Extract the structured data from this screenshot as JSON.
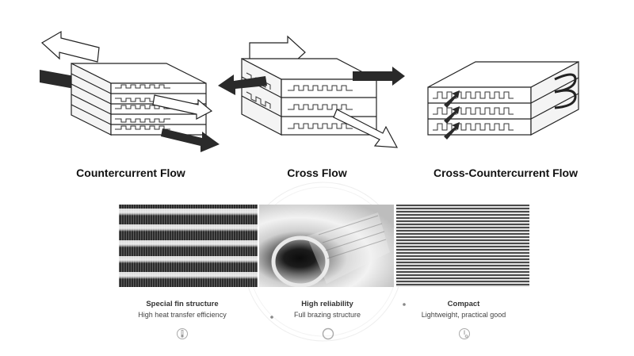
{
  "diagrams": [
    {
      "caption": "Countercurrent Flow"
    },
    {
      "caption": "Cross Flow"
    },
    {
      "caption": "Cross-Countercurrent Flow"
    }
  ],
  "features": [
    {
      "title": "Special fin structure",
      "subtitle": "High heat transfer efficiency",
      "icon": "thermometer-icon"
    },
    {
      "title": "High reliability",
      "subtitle": "Full brazing structure",
      "icon": "reliability-ring-icon"
    },
    {
      "title": "Compact",
      "subtitle": "Lightweight, practical good",
      "icon": "compact-gauge-icon"
    }
  ],
  "colors": {
    "dark_arrow": "#2a2a2a",
    "light_arrow": "#ffffff",
    "outline": "#222222",
    "background": "#ffffff"
  }
}
